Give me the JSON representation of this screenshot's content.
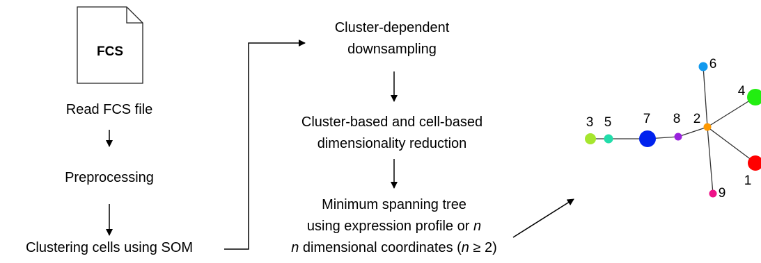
{
  "file_icon": {
    "label": "FCS"
  },
  "left_steps": {
    "read": "Read FCS file",
    "preprocessing": "Preprocessing",
    "clustering": "Clustering cells using SOM"
  },
  "middle_steps": {
    "downsampling_line1": "Cluster-dependent",
    "downsampling_line2": "downsampling",
    "reduction_line1": "Cluster-based and cell-based",
    "reduction_line2": "dimensionality reduction",
    "mst_line1": "Minimum spanning tree",
    "mst_line2_a": "using expression profile or ",
    "mst_line2_n": "n",
    "mst_line3_n": "n",
    "mst_line3_a": " dimensional coordinates (",
    "mst_line3_n2": "n",
    "mst_line3_b": " ≥ 2)"
  },
  "tree_labels": {
    "n1": "1",
    "n2": "2",
    "n3": "3",
    "n4": "4",
    "n5": "5",
    "n6": "6",
    "n7": "7",
    "n8": "8",
    "n9": "9"
  },
  "node_colors": {
    "n1": "#ff0000",
    "n2": "#ff9900",
    "n3": "#a6e62e",
    "n4": "#22ee11",
    "n5": "#22ddaa",
    "n6": "#1199ee",
    "n7": "#0022ee",
    "n8": "#9922dd",
    "n9": "#ee1188"
  }
}
